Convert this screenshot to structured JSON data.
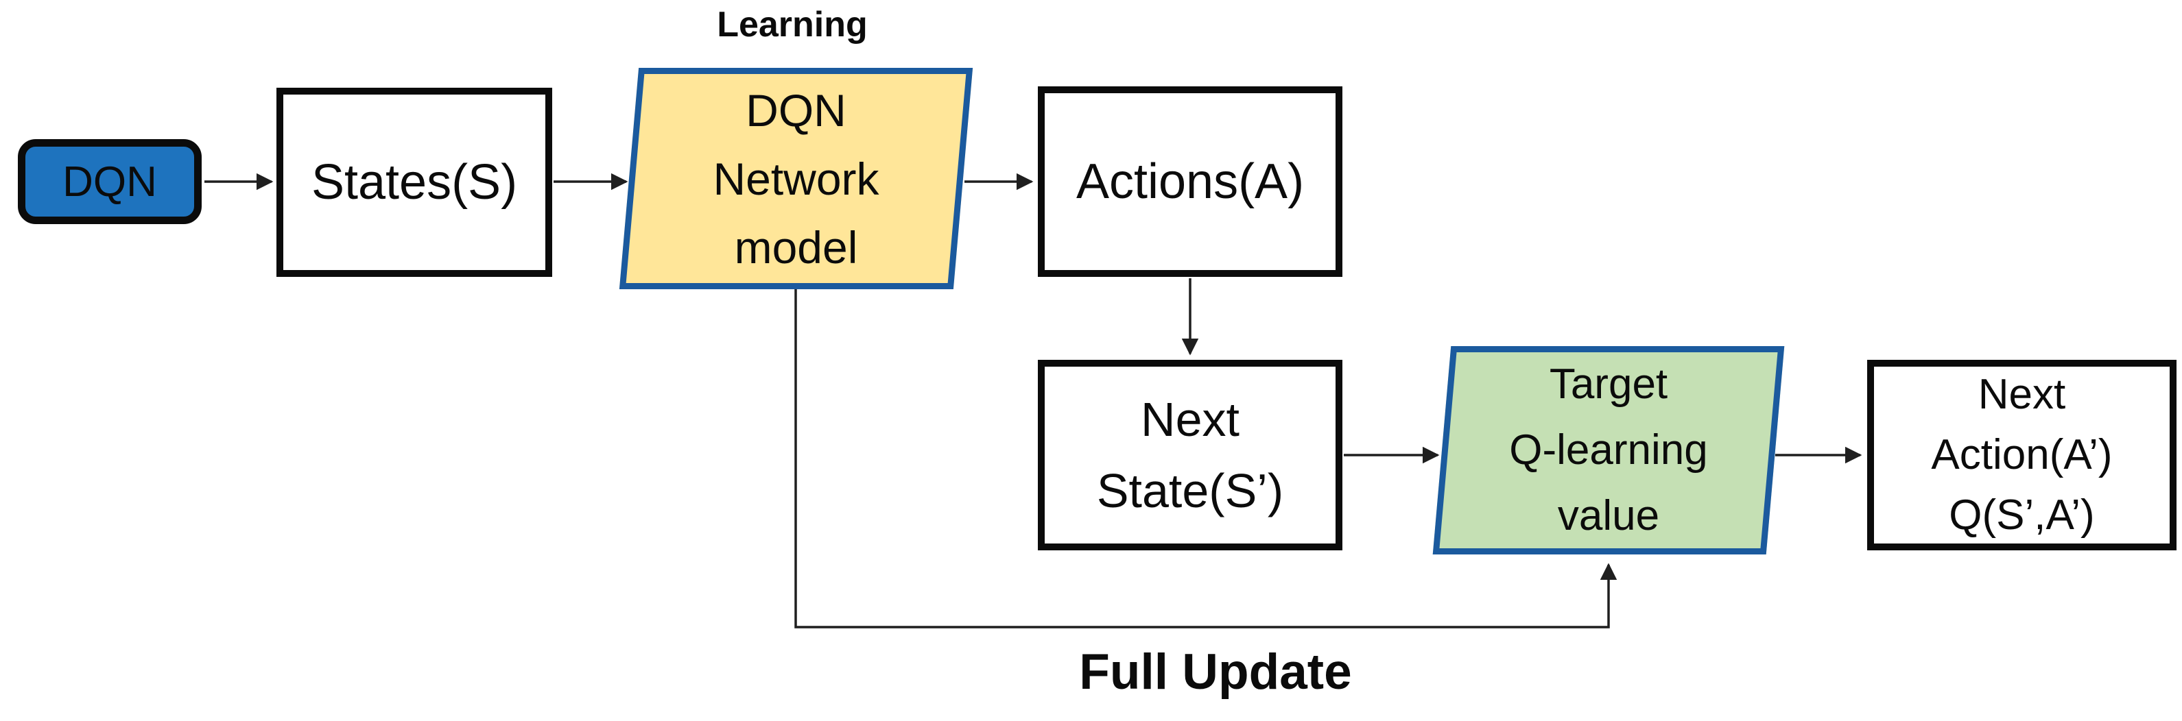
{
  "diagram": {
    "learning_label": "Learning",
    "full_update_label": "Full Update",
    "nodes": {
      "dqn": {
        "label": "DQN"
      },
      "states": {
        "label": "States(S)"
      },
      "network": {
        "lines": [
          "DQN",
          "Network",
          "model"
        ]
      },
      "actions": {
        "label": "Actions(A)"
      },
      "next_state": {
        "lines": [
          "Next",
          "State(S’)"
        ]
      },
      "target": {
        "lines": [
          "Target",
          "Q-learning",
          "value"
        ]
      },
      "next_action": {
        "lines": [
          "Next",
          "Action(A’)",
          "Q(S’,A’)"
        ]
      }
    },
    "colors": {
      "dqn_fill": "#1E73BE",
      "network_fill": "#FFE699",
      "target_fill": "#C5E0B4",
      "parallelogram_border": "#1B5A9E",
      "box_border": "#0B0B0B",
      "connector": "#1F1F1F"
    }
  }
}
